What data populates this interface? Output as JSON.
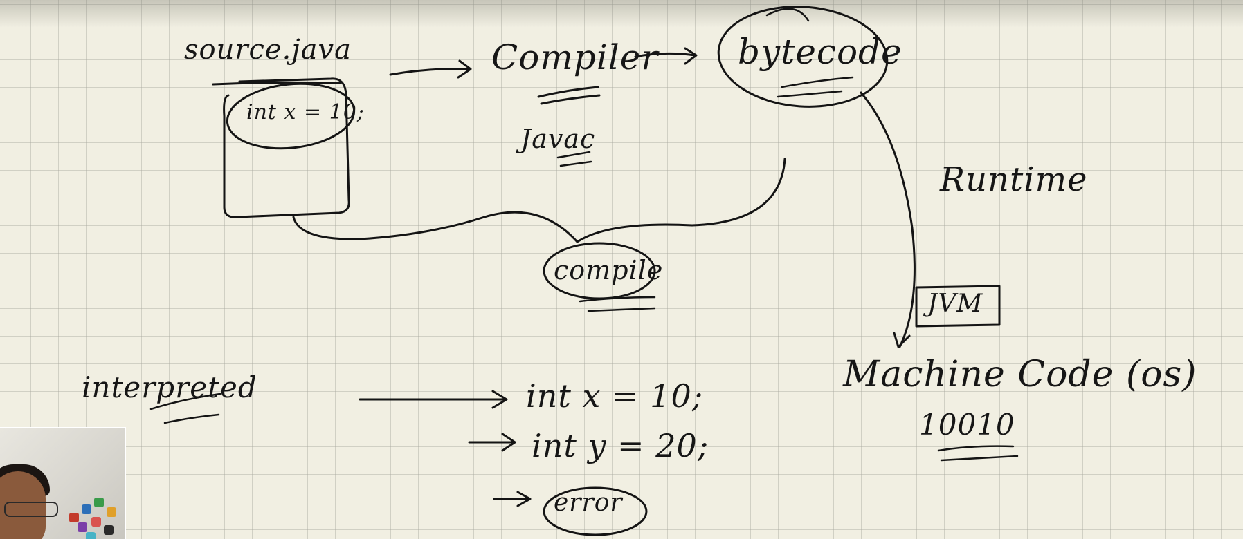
{
  "diagram": {
    "labels": {
      "source_java": "source.java",
      "code_line": "int x = 10;",
      "compiler": "Compiler",
      "javac": "Javac",
      "bytecode": "bytecode",
      "compile": "compile",
      "runtime": "Runtime",
      "jvm": "JVM",
      "machine_code": "Machine Code (os)",
      "binary": "10010",
      "interpreted": "interpreted",
      "line_1": "int x = 10;",
      "line_2": "int y = 20;",
      "error": "error"
    },
    "colors": {
      "paper": "#f1efe2",
      "grid": "#aaaaa0",
      "ink": "#141414"
    }
  }
}
